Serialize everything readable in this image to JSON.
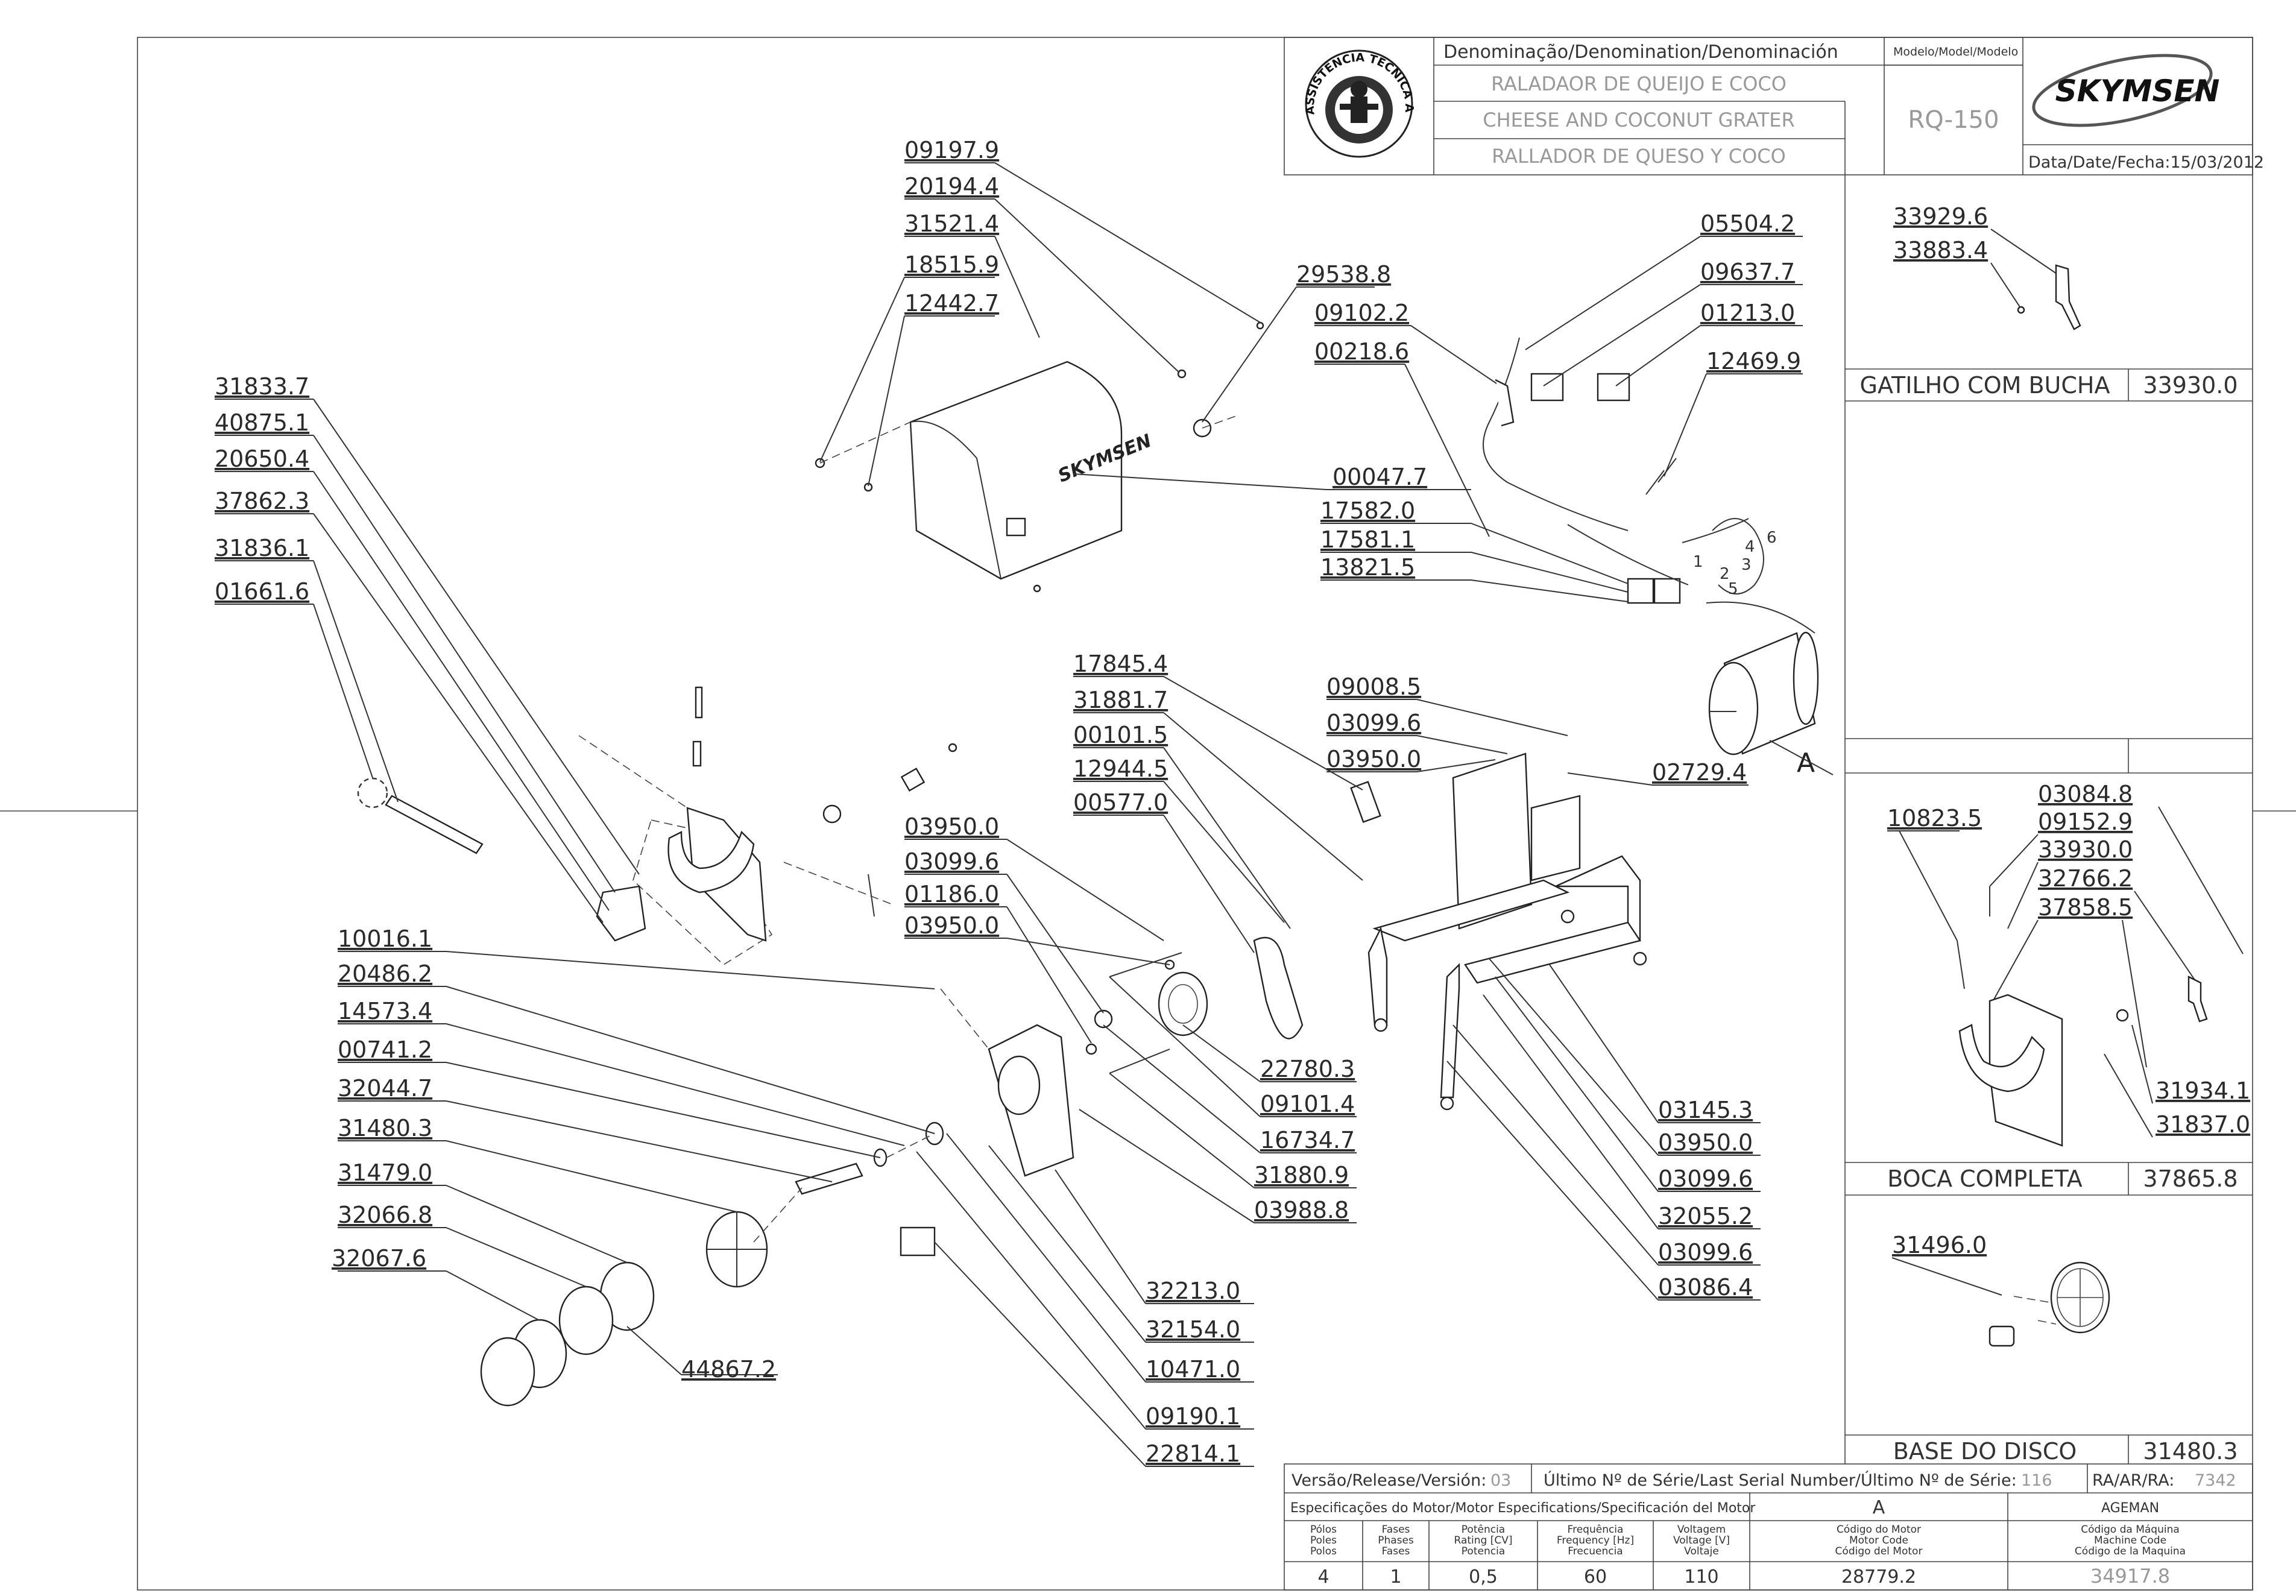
{
  "title_block": {
    "denomination_header": "Denominação/Denomination/Denominación",
    "name_pt": "RALADAOR DE QUEIJO E COCO",
    "name_en": "CHEESE AND COCONUT GRATER",
    "name_es": "RALLADOR DE QUESO Y COCO",
    "model_header": "Modelo/Model/Modelo",
    "model": "RQ-150",
    "brand": "SKYMSEN",
    "date_label": "Data/Date/Fecha:15/03/2012",
    "seal_text": "ASSISTÊNCIA TÉCNICA AUTORIZADA"
  },
  "main_part_numbers": [
    "09197.9",
    "20194.4",
    "31521.4",
    "18515.9",
    "12442.7",
    "29538.8",
    "05504.2",
    "09637.7",
    "09102.2",
    "01213.0",
    "00218.6",
    "12469.9",
    "00047.7",
    "17582.0",
    "17581.1",
    "13821.5",
    "31833.7",
    "40875.1",
    "20650.4",
    "37862.3",
    "31836.1",
    "01661.6",
    "17845.4",
    "31881.7",
    "00101.5",
    "12944.5",
    "00577.0",
    "09008.5",
    "03099.6",
    "03950.0",
    "02729.4",
    "03950.0",
    "03099.6",
    "01186.0",
    "03950.0",
    "10016.1",
    "20486.2",
    "14573.4",
    "00741.2",
    "32044.7",
    "31480.3",
    "31479.0",
    "32066.8",
    "32067.6",
    "44867.2",
    "22780.3",
    "09101.4",
    "16734.7",
    "31880.9",
    "03988.8",
    "32213.0",
    "32154.0",
    "10471.0",
    "09190.1",
    "22814.1",
    "03145.3",
    "03950.0",
    "03099.6",
    "32055.2",
    "03099.6",
    "03086.4"
  ],
  "motor_terminals": [
    "1",
    "2",
    "3",
    "4",
    "5",
    "6"
  ],
  "detail_marker": "A",
  "side_panels": [
    {
      "title": "GATILHO COM BUCHA",
      "code": "33930.0",
      "parts": [
        "33929.6",
        "33883.4"
      ]
    },
    {
      "title": "",
      "code": "",
      "parts": []
    },
    {
      "title": "BOCA COMPLETA",
      "code": "37865.8",
      "parts": [
        "10823.5",
        "03084.8",
        "09152.9",
        "33930.0",
        "32766.2",
        "37858.5",
        "31934.1",
        "31837.0"
      ]
    },
    {
      "title": "BASE DO DISCO",
      "code": "31480.3",
      "parts": [
        "31496.0"
      ]
    }
  ],
  "footer": {
    "version_label": "Versão/Release/Versión:",
    "version_value": "03",
    "serial_label": "Último Nº de Série/Last Serial Number/Último Nº de Série:",
    "serial_value": "116",
    "ra_label": "RA/AR/RA:",
    "ra_value": "7342",
    "motor_spec_label": "Especificações do Motor/Motor Especifications/Specificación del Motor",
    "motor_code_letter": "A",
    "manufacturer": "AGEMAN",
    "headers": [
      "Pólos\nPoles\nPolos",
      "Fases\nPhases\nFases",
      "Potência\nRating [CV]\nPotencia",
      "Frequência\nFrequency [Hz]\nFrecuencia",
      "Voltagem\nVoltage [V]\nVoltaje",
      "Código do Motor\nMotor Code\nCódigo del Motor",
      "Código da Máquina\nMachine Code\nCódigo de la Maquina"
    ],
    "values": [
      "4",
      "1",
      "0,5",
      "60",
      "110",
      "28779.2",
      "34917.8"
    ]
  }
}
